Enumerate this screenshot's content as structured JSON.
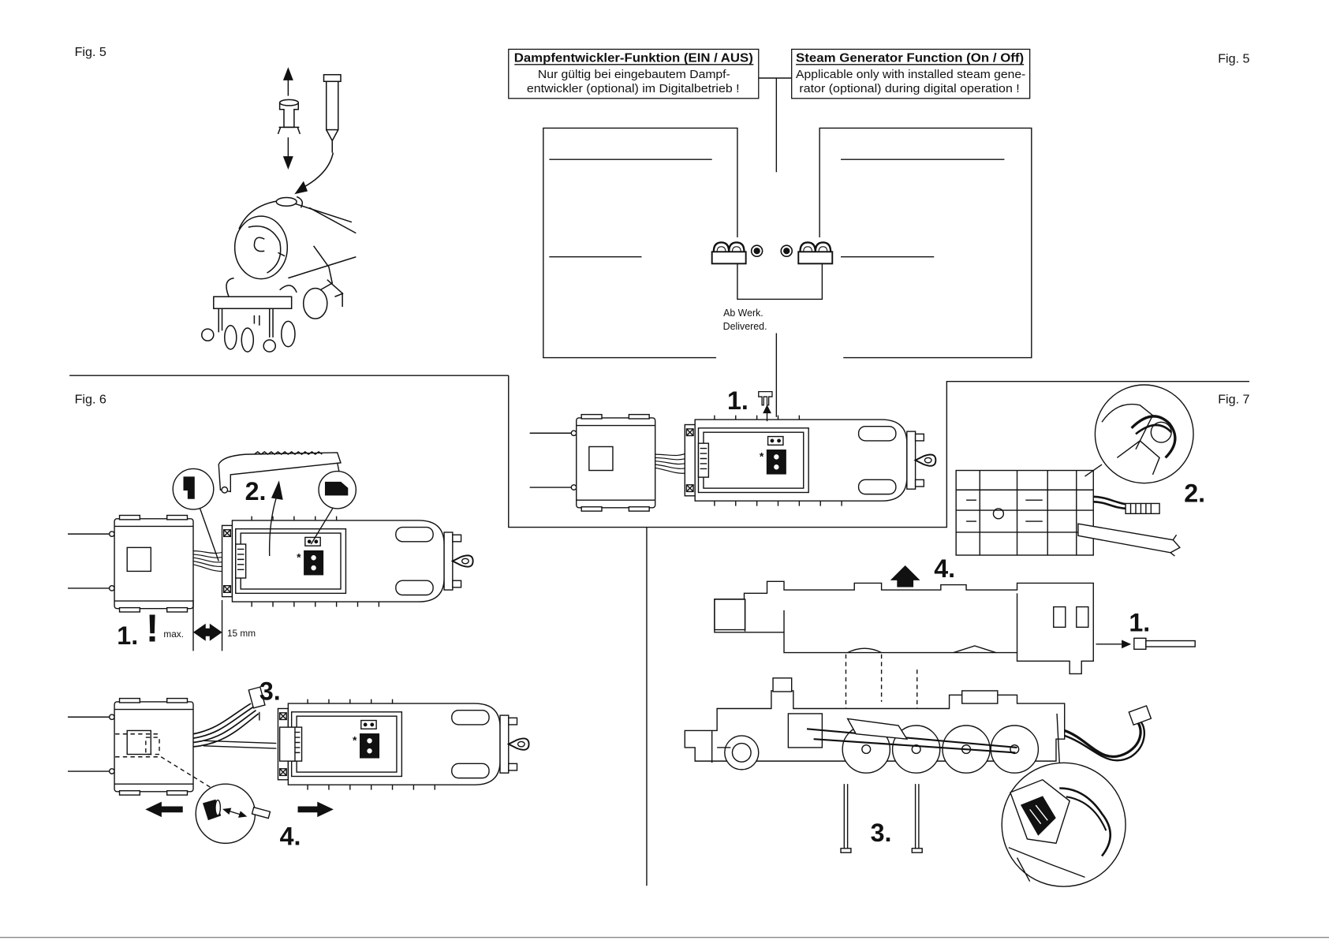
{
  "figures": {
    "fig5_left": "Fig. 5",
    "fig5_right": "Fig. 5",
    "fig6": "Fig. 6",
    "fig7": "Fig. 7"
  },
  "steam_generator": {
    "de": {
      "title": "Dampfentwickler-Funktion (EIN / AUS)",
      "line1": "Nur gültig bei eingebautem Dampf-",
      "line2": "entwickler (optional) im Digitalbetrieb !"
    },
    "en": {
      "title": "Steam Generator Function (On / Off)",
      "line1": "Applicable only with installed steam gene-",
      "line2": "rator (optional) during digital operation !"
    },
    "factory_setting": {
      "de": "Ab Werk.",
      "en": "Delivered."
    }
  },
  "center_steps": {
    "step1": "1."
  },
  "fig6": {
    "step1": "1.",
    "warning": "!",
    "max_label": "max.",
    "gap": "15 mm",
    "step2": "2.",
    "step3": "3.",
    "step4": "4."
  },
  "fig7": {
    "step1": "1.",
    "step2": "2.",
    "step3": "3.",
    "step4": "4."
  },
  "decoder_mark": "*"
}
